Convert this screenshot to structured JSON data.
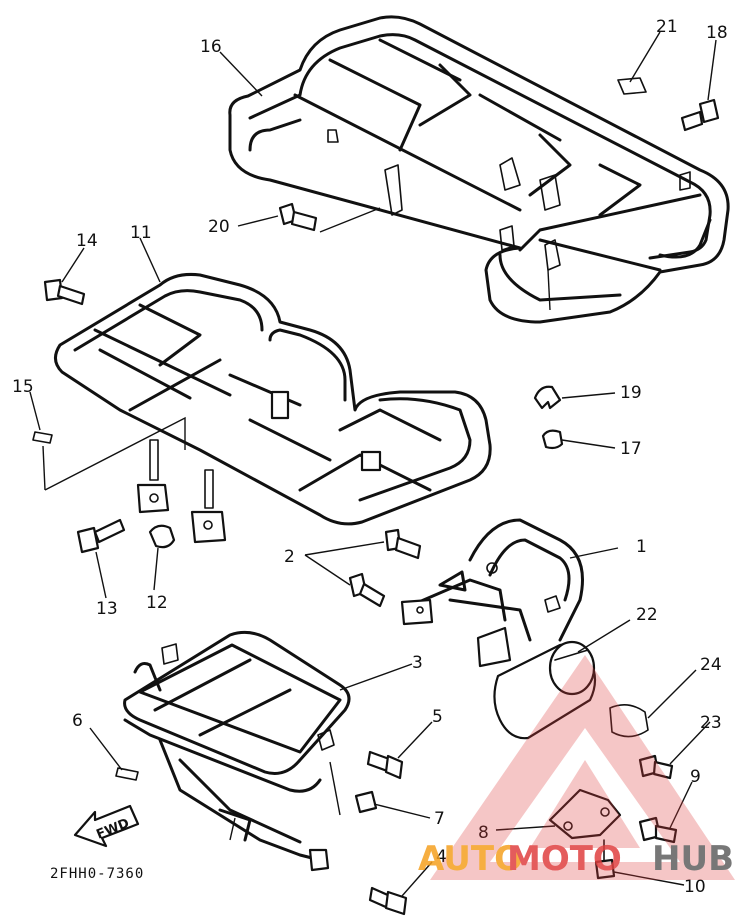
{
  "diagram_code": "2FHH0-7360",
  "fwd_label": "FWD",
  "watermark": {
    "part1": "AUTO",
    "part2": "MOTO",
    "part3": "HUB",
    "color_orange": "#f5a020",
    "color_red": "#e04040",
    "color_gray": "#606060"
  },
  "callouts": {
    "c1": "1",
    "c2": "2",
    "c3": "3",
    "c4": "4",
    "c5": "5",
    "c6": "6",
    "c7": "7",
    "c8": "8",
    "c9": "9",
    "c10": "10",
    "c11": "11",
    "c12": "12",
    "c13": "13",
    "c14": "14",
    "c15": "15",
    "c16": "16",
    "c17": "17",
    "c18": "18",
    "c19": "19",
    "c20": "20",
    "c21": "21",
    "c22": "22",
    "c23": "23",
    "c24": "24"
  }
}
